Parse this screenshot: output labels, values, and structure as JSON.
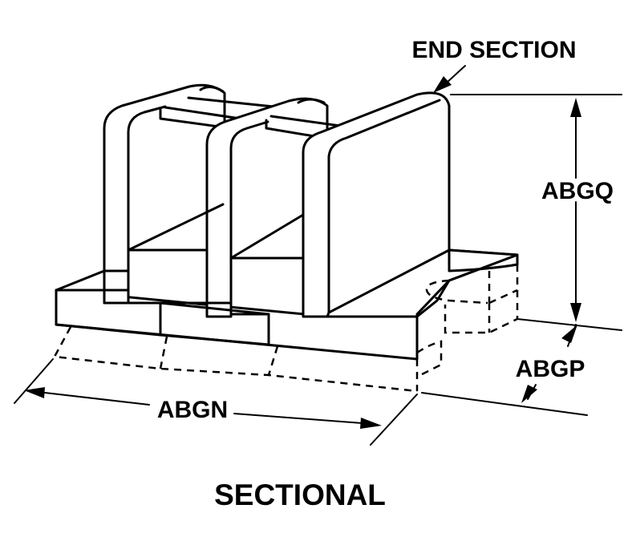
{
  "labels": {
    "end_section": "END SECTION",
    "dim_height": "ABGQ",
    "dim_depth": "ABGP",
    "dim_length": "ABGN",
    "caption": "SECTIONAL"
  }
}
